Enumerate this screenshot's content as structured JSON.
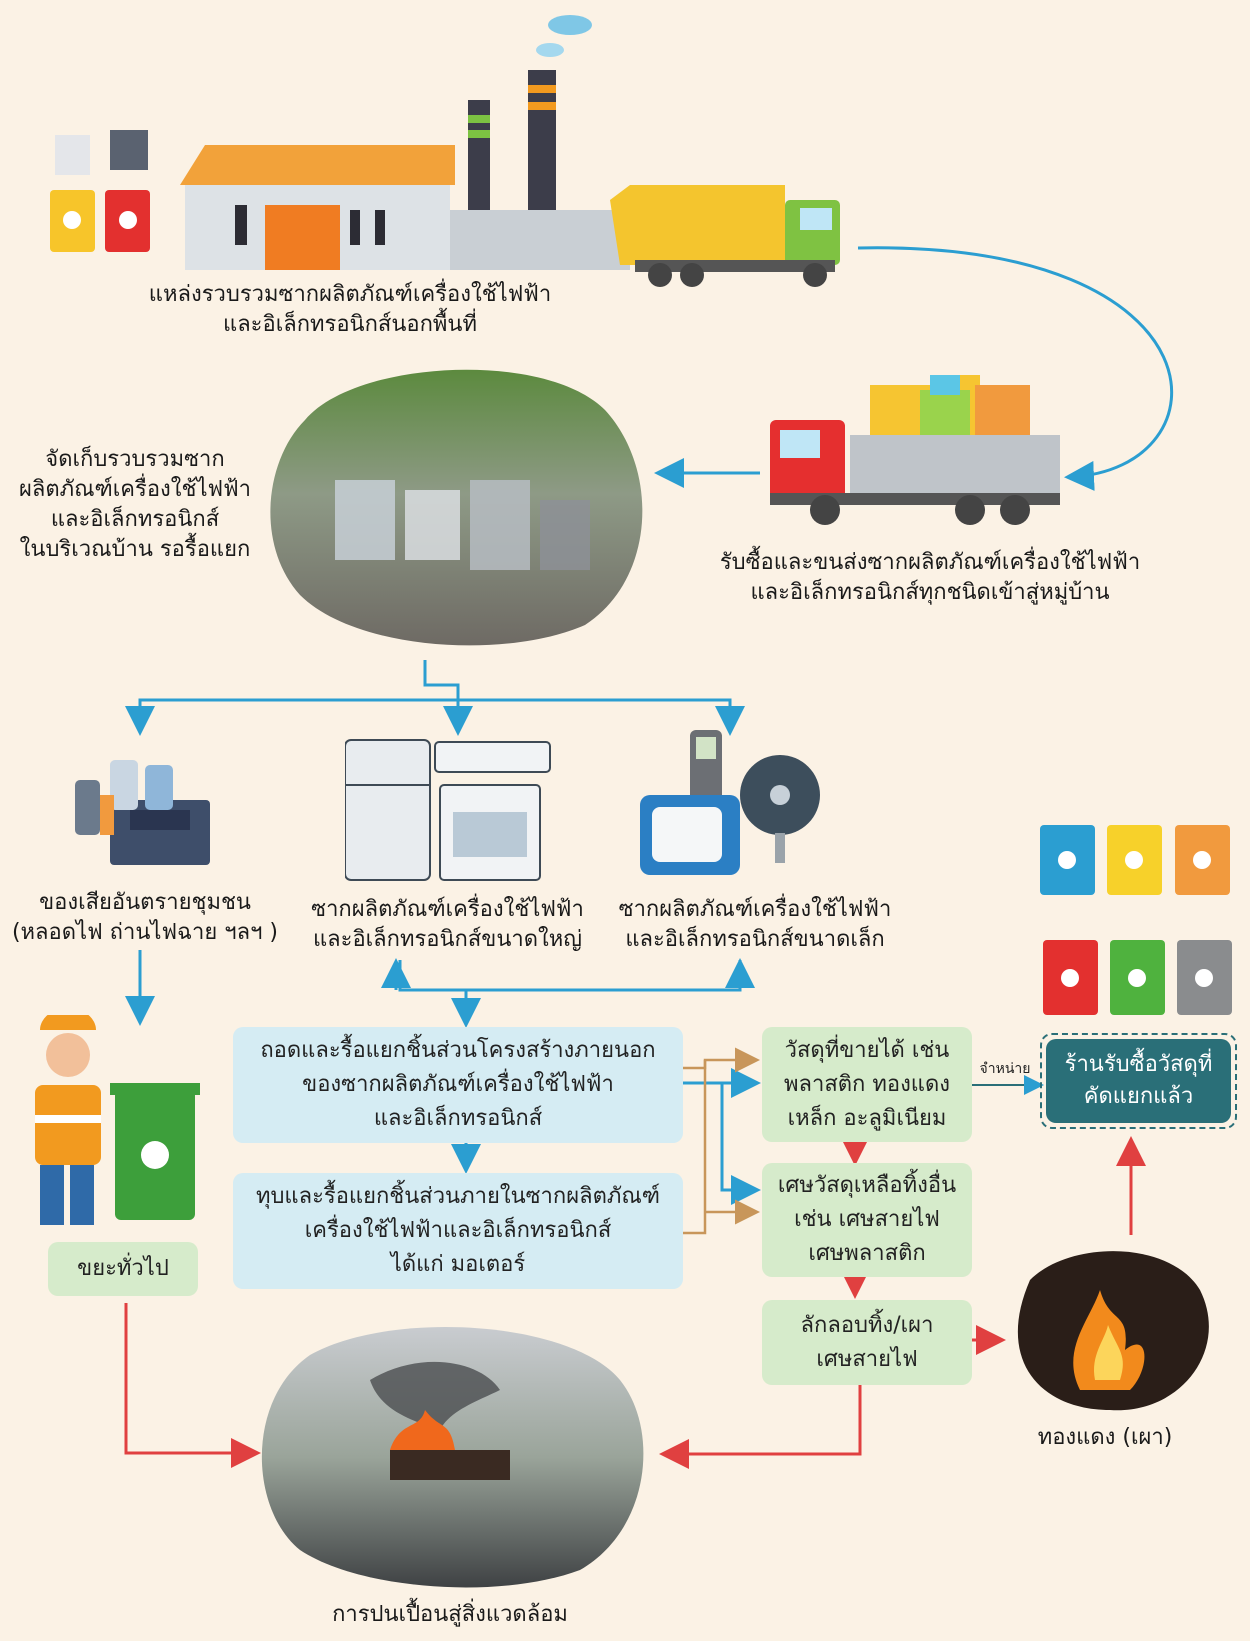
{
  "captions": {
    "source": [
      "แหล่งรวบรวมซากผลิตภัณฑ์เครื่องใช้ไฟฟ้า",
      "และอิเล็กทรอนิกส์นอกพื้นที่"
    ],
    "buy_transport": [
      "รับซื้อและขนส่งซากผลิตภัณฑ์เครื่องใช้ไฟฟ้า",
      "และอิเล็กทรอนิกส์ทุกชนิดเข้าสู่หมู่บ้าน"
    ],
    "collect": [
      "จัดเก็บรวบรวมซาก",
      "ผลิตภัณฑ์เครื่องใช้ไฟฟ้า",
      "และอิเล็กทรอนิกส์",
      "ในบริเวณบ้าน รอรื้อแยก"
    ],
    "hazard": [
      "ของเสียอันตรายชุมชน",
      "(หลอดไฟ ถ่านไฟฉาย ฯลฯ )"
    ],
    "large": [
      "ซากผลิตภัณฑ์เครื่องใช้ไฟฟ้า",
      "และอิเล็กทรอนิกส์ขนาดใหญ่"
    ],
    "small": [
      "ซากผลิตภัณฑ์เครื่องใช้ไฟฟ้า",
      "และอิเล็กทรอนิกส์ขนาดเล็ก"
    ],
    "copper_burn": "ทองแดง (เผา)",
    "pollution": "การปนเปื้อนสู่สิ่งแวดล้อม"
  },
  "boxes": {
    "dismantle_outer": [
      "ถอดและรื้อแยกชิ้นส่วนโครงสร้างภายนอก",
      "ของซากผลิตภัณฑ์เครื่องใช้ไฟฟ้า",
      "และอิเล็กทรอนิกส์"
    ],
    "dismantle_inner": [
      "ทุบและรื้อแยกชิ้นส่วนภายในซากผลิตภัณฑ์",
      "เครื่องใช้ไฟฟ้าและอิเล็กทรอนิกส์",
      "ได้แก่ มอเตอร์"
    ],
    "sellable": [
      "วัสดุที่ขายได้ เช่น",
      "พลาสติก ทองแดง",
      "เหล็ก อะลูมิเนียม"
    ],
    "residue": [
      "เศษวัสดุเหลือทิ้งอื่น",
      "เช่น เศษสายไฟ",
      "เศษพลาสติก"
    ],
    "dump_burn": [
      "ลักลอบทิ้ง/เผา",
      "เศษสายไฟ"
    ],
    "general_waste": "ขยะทั่วไป",
    "buyer_shop": [
      "ร้านรับซื้อวัสดุที่",
      "คัดแยกแล้ว"
    ],
    "sell_label": "จำหน่าย"
  },
  "colors": {
    "background": "#fbf2e5",
    "arrow_blue": "#2b9ed1",
    "arrow_red": "#e04040",
    "arrow_tan": "#c8965a",
    "box_blue": "#d5ecf3",
    "box_green": "#d6ebcb",
    "shop_teal": "#2a6f78"
  }
}
